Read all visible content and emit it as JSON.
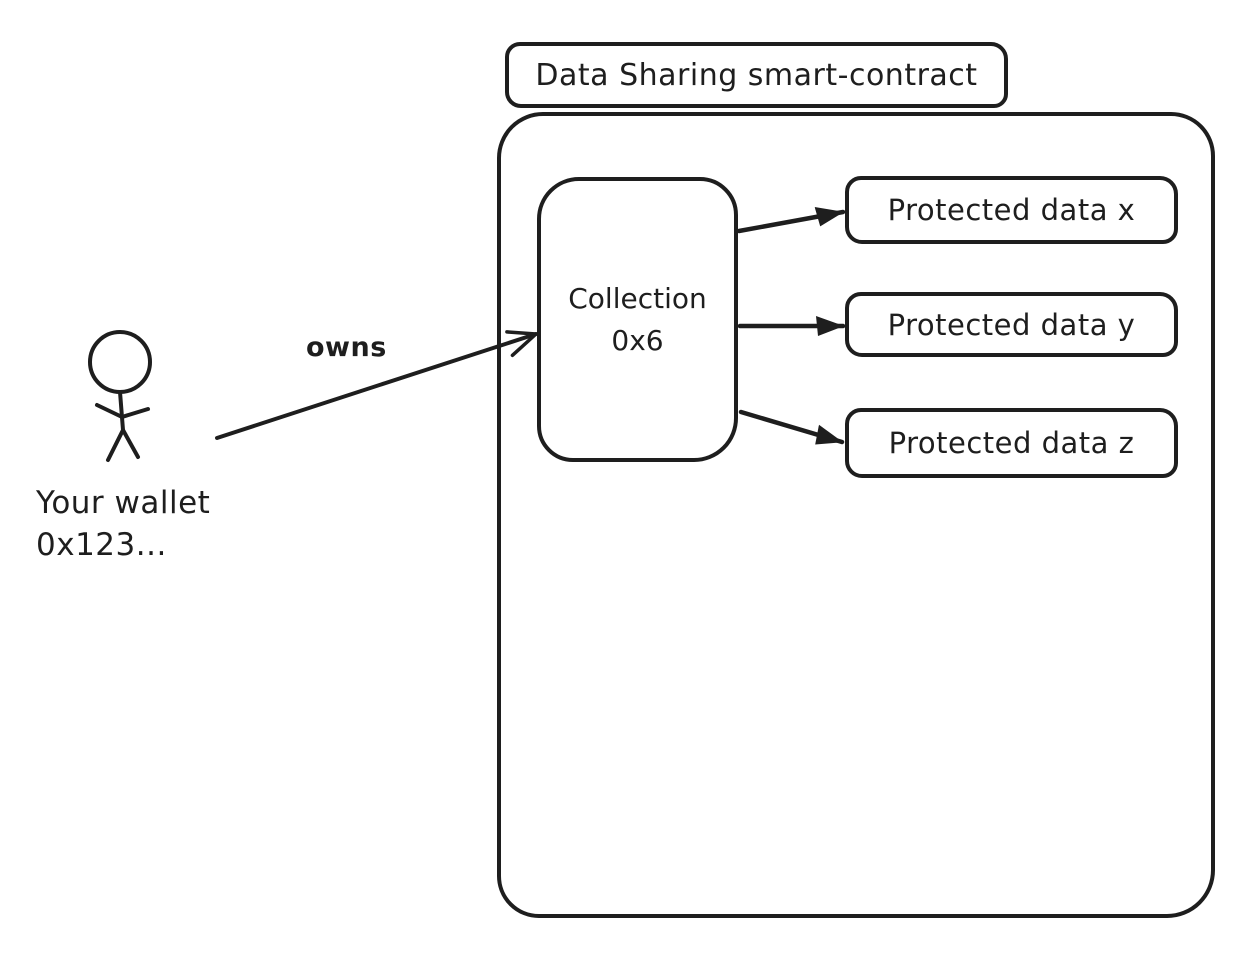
{
  "canvas": {
    "background": "#ffffff",
    "stroke_color": "#1e1e1e"
  },
  "contract": {
    "title": "Data Sharing smart-contract"
  },
  "wallet": {
    "name": "Your wallet",
    "address": "0x123..."
  },
  "owns": {
    "label": "owns"
  },
  "collection": {
    "name": "Collection",
    "id": "0x6"
  },
  "protected_data": [
    {
      "label": "Protected data x"
    },
    {
      "label": "Protected data y"
    },
    {
      "label": "Protected data z"
    }
  ]
}
